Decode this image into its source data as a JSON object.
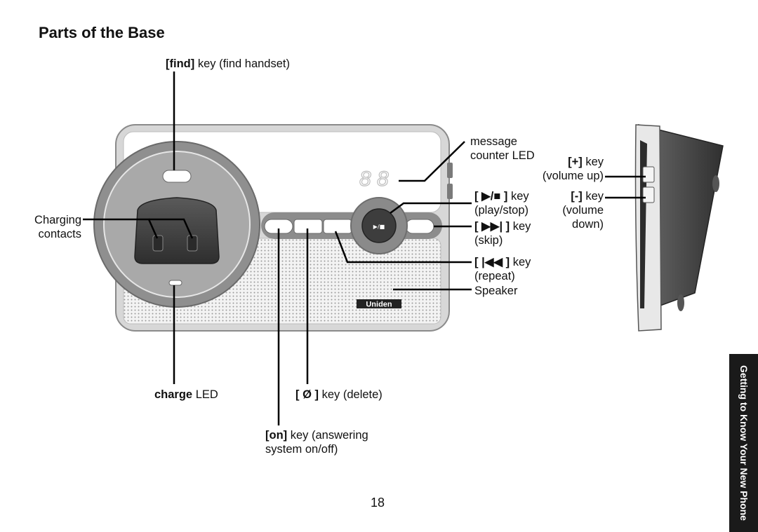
{
  "page": {
    "title": "Parts of the Base",
    "page_number": "18",
    "side_tab": "Getting to Know Your New Phone"
  },
  "labels": {
    "find_key": {
      "key": "[find]",
      "rest": " key (find handset)"
    },
    "charging_contacts": [
      "Charging",
      "contacts"
    ],
    "charge_led": {
      "key": "charge",
      "rest": " LED"
    },
    "message_counter": [
      "message",
      "counter LED"
    ],
    "play_stop": {
      "key": "[ ▶/■ ]",
      "rest": " key",
      "sub": "(play/stop)"
    },
    "skip": {
      "key": "[ ▶▶| ]",
      "rest": " key",
      "sub": "(skip)"
    },
    "repeat": {
      "key": "[ |◀◀ ]",
      "rest": " key",
      "sub": "(repeat)"
    },
    "speaker": "Speaker",
    "delete": {
      "key": "[ Ø ]",
      "rest": " key (delete)"
    },
    "on_key": {
      "key": "[on]",
      "rest": " key (answering",
      "line2": "system on/off)"
    },
    "vol_up": {
      "key": "[+]",
      "rest": " key",
      "sub": "(volume up)"
    },
    "vol_down": {
      "key": "[-]",
      "rest": " key",
      "sub1": "(volume",
      "sub2": "down)"
    }
  },
  "device": {
    "led_display": "8 8",
    "brand": "Uniden",
    "play_button_glyph": "▶/■"
  }
}
